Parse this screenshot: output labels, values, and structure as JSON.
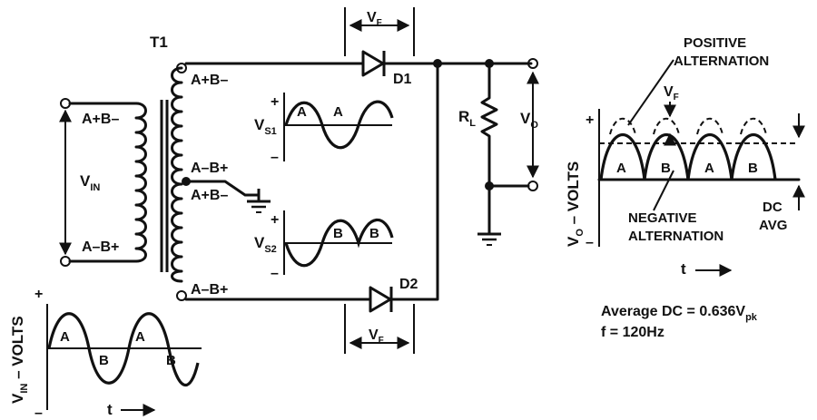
{
  "transformer": {
    "name": "T1",
    "primary_top": "A+B–",
    "primary_bottom": "A–B+",
    "vin_main": "V",
    "vin_sub": "IN",
    "sec_top": "A+B–",
    "sec_mid1": "A–B+",
    "sec_mid2": "A+B–",
    "sec_bottom": "A–B+"
  },
  "secondary_waves": {
    "vs1_main": "V",
    "vs1_sub": "S1",
    "vs2_main": "V",
    "vs2_sub": "S2",
    "plus": "+",
    "minus": "–",
    "a": "A",
    "b": "B"
  },
  "diodes": {
    "d1": "D1",
    "d2": "D2",
    "vf_main": "V",
    "vf_sub": "F"
  },
  "load": {
    "rl_main": "R",
    "rl_sub": "L",
    "vo_main": "V",
    "vo_sub": "O"
  },
  "input_graph": {
    "ylabel_main": "V",
    "ylabel_sub": "IN",
    "ylabel_rest": " – VOLTS",
    "plus": "+",
    "minus": "–",
    "xlabel": "t",
    "seg_labels": [
      "A",
      "B",
      "A",
      "B"
    ]
  },
  "output_graph": {
    "ylabel_main": "V",
    "ylabel_sub": "O",
    "ylabel_rest": " – VOLTS",
    "plus": "+",
    "minus": "–",
    "xlabel": "t",
    "pos_alt_line1": "POSITIVE",
    "pos_alt_line2": "ALTERNATION",
    "neg_alt_line1": "NEGATIVE",
    "neg_alt_line2": "ALTERNATION",
    "vf_main": "V",
    "vf_sub": "F",
    "dc_line1": "DC",
    "dc_line2": "AVG",
    "seg_labels": [
      "A",
      "B",
      "A",
      "B"
    ]
  },
  "notes": {
    "avg_main": "Average DC = 0.636V",
    "avg_sub": "pk",
    "freq": "f = 120Hz"
  }
}
